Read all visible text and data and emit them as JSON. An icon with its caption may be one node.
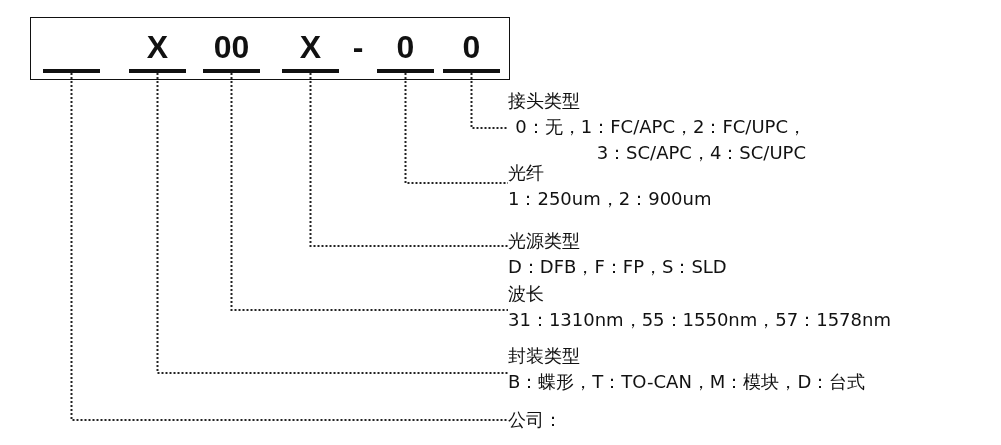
{
  "diagram": {
    "nodes": [
      {
        "text": [],
        "shape": "box"
      },
      {
        "text": [],
        "shape": "bar",
        "in": 0
      },
      {
        "text": [
          "X"
        ],
        "in": 0
      },
      {
        "text": [
          "00"
        ],
        "in": 0
      },
      {
        "text": [
          "X"
        ],
        "in": 0
      },
      {
        "text": [
          "0"
        ],
        "in": 0
      },
      {
        "text": [
          "0"
        ],
        "in": 0
      },
      {
        "text": [
          "接头类型",
          "0：无，1：FC/APC，2：FC/UPC， 3：SC/APC，4：SC/UPC"
        ]
      },
      {
        "text": [
          "光纤",
          "1：250um，2：900um"
        ]
      },
      {
        "text": [
          "光源类型",
          "D：DFB，F：FP，S：SLD"
        ]
      },
      {
        "text": [
          "波长",
          "31：1310nm，55：1550nm，57：1578nm"
        ]
      },
      {
        "text": [
          "封装类型",
          "B：蝶形，T：TO-CAN，M：模块，D：台式"
        ]
      },
      {
        "text": [
          "公司："
        ]
      }
    ],
    "edges": [
      {
        "from": 6,
        "to": 7,
        "arrow": "none"
      },
      {
        "from": 5,
        "to": 8,
        "arrow": "none"
      },
      {
        "from": 4,
        "to": 9,
        "arrow": "none"
      },
      {
        "from": 3,
        "to": 10,
        "arrow": "none"
      },
      {
        "from": 2,
        "to": 11,
        "arrow": "none"
      },
      {
        "from": 1,
        "to": 12,
        "arrow": "none"
      }
    ],
    "labels": [
      "-"
    ]
  }
}
